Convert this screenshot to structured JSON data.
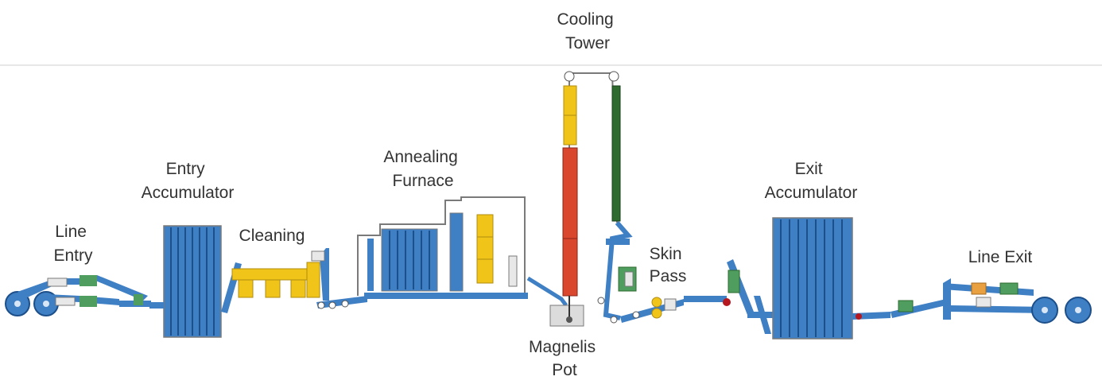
{
  "diagram": {
    "colors": {
      "strip": "#3f7fc4",
      "strip_edge": "#1d4f8a",
      "frame": "#7a7a7a",
      "cleaning": "#f0c419",
      "cooling_upper": "#f0c419",
      "cooling_lower": "#d9472f",
      "cooling_return": "#2f6b2f",
      "stand_green": "#4f9e5f",
      "exit_orange": "#e8a040",
      "marker_red": "#b5191f"
    },
    "labels": {
      "line_entry": [
        "Line",
        "Entry"
      ],
      "entry_accumulator": [
        "Entry",
        "Accumulator"
      ],
      "cleaning": [
        "Cleaning"
      ],
      "annealing_furnace": [
        "Annealing",
        "Furnace"
      ],
      "cooling_tower": [
        "Cooling",
        "Tower"
      ],
      "magnelis_pot": [
        "Magnelis",
        "Pot"
      ],
      "skin_pass": [
        "Skin",
        "Pass"
      ],
      "exit_accumulator": [
        "Exit",
        "Accumulator"
      ],
      "line_exit": [
        "Line Exit"
      ]
    }
  }
}
